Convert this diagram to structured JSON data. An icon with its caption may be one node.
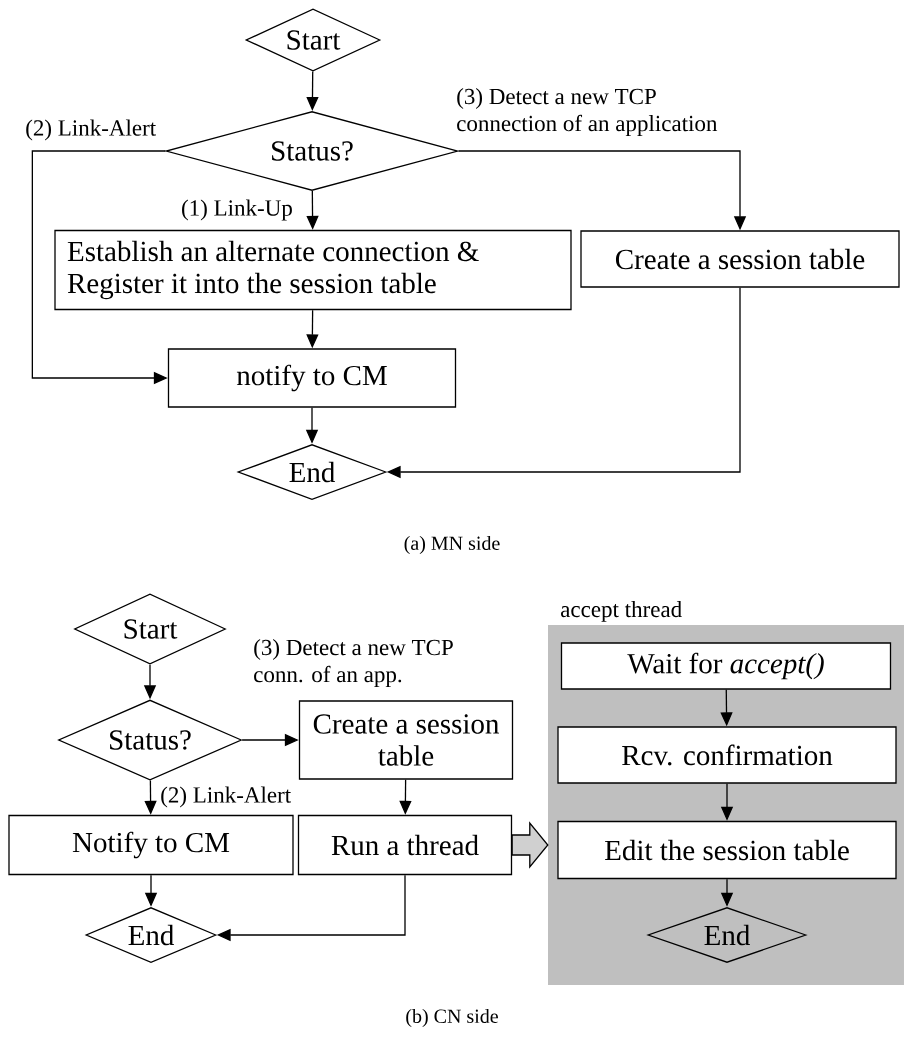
{
  "diagram": {
    "nodes": [
      {
        "text": [
          "Start"
        ]
      },
      {
        "text": [
          "Status?"
        ]
      },
      {
        "text": [
          "Establish an alternate connection & Register it into the session table"
        ]
      },
      {
        "text": [
          "Create a session table"
        ]
      },
      {
        "text": [
          "notify to CM"
        ]
      },
      {
        "text": [
          "End"
        ]
      },
      {
        "text": [
          "Start"
        ]
      },
      {
        "text": [
          "Status?"
        ]
      },
      {
        "text": [
          "Create a session table"
        ]
      },
      {
        "text": [
          "Notify to CM"
        ]
      },
      {
        "text": [
          "Run a thread"
        ]
      },
      {
        "text": [
          "End"
        ]
      },
      {
        "text": [
          "accept thread"
        ]
      },
      {
        "text": [
          "Wait for *accept()*"
        ],
        "in": 12
      },
      {
        "text": [
          "Rcv. confirmation"
        ],
        "in": 12
      },
      {
        "text": [
          "Edit the session table"
        ],
        "in": 12
      },
      {
        "text": [
          "End"
        ],
        "in": 12
      }
    ],
    "edges": [
      {
        "from": 0,
        "to": 1,
        "arrow": "to"
      },
      {
        "from": 1,
        "to": 2,
        "arrow": "to",
        "label": "(1) Link-Up"
      },
      {
        "from": 1,
        "to": 4,
        "arrow": "to",
        "label": "(2) Link-Alert"
      },
      {
        "from": 1,
        "to": 3,
        "arrow": "to",
        "label": "(3) Detect a new TCP connection of an application"
      },
      {
        "from": 2,
        "to": 4,
        "arrow": "to"
      },
      {
        "from": 4,
        "to": 5,
        "arrow": "to"
      },
      {
        "from": 3,
        "to": 5,
        "arrow": "to"
      },
      {
        "from": 6,
        "to": 7,
        "arrow": "to"
      },
      {
        "from": 7,
        "to": 8,
        "arrow": "to",
        "label": "(3) Detect a new TCP conn. of an app."
      },
      {
        "from": 7,
        "to": 9,
        "arrow": "to",
        "label": "(2) Link-Alert"
      },
      {
        "from": 8,
        "to": 10,
        "arrow": "to"
      },
      {
        "from": 9,
        "to": 11,
        "arrow": "to"
      },
      {
        "from": 10,
        "to": 11,
        "arrow": "to"
      },
      {
        "from": 10,
        "to": 12,
        "arrow": "to",
        "style": "thick",
        "color": "#d0d0d0"
      },
      {
        "from": 13,
        "to": 14,
        "arrow": "to"
      },
      {
        "from": 14,
        "to": 15,
        "arrow": "to"
      },
      {
        "from": 15,
        "to": 16,
        "arrow": "to"
      }
    ],
    "labels": [
      "(a) MN side",
      "(b) CN side"
    ]
  }
}
